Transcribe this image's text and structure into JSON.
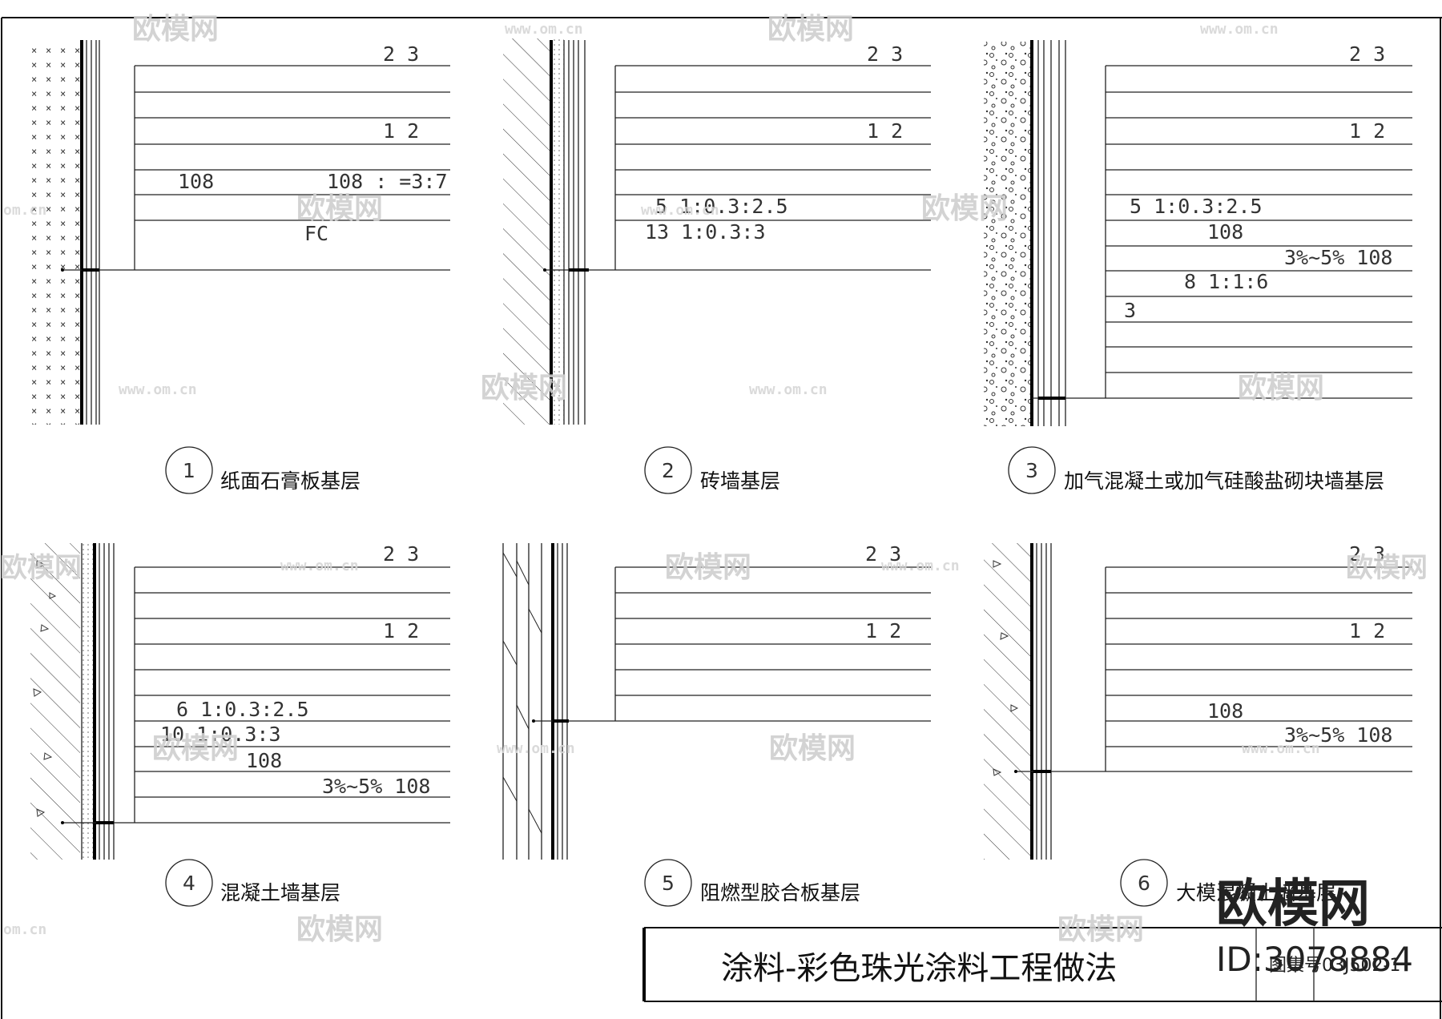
{
  "details": [
    {
      "num": "1",
      "label": "纸面石膏板基层",
      "notes": [
        "2  3",
        "1  2",
        "108",
        "108  :   =3:7",
        "FC"
      ]
    },
    {
      "num": "2",
      "label": "砖墙基层",
      "notes": [
        "2  3",
        "1  2",
        "5  1:0.3:2.5",
        "13  1:0.3:3"
      ]
    },
    {
      "num": "3",
      "label": "加气混凝土或加气硅酸盐砌块墙基层",
      "notes": [
        "2  3",
        "1  2",
        "5  1:0.3:2.5",
        "108",
        "3%~5%  108",
        "8   1:1:6",
        "3"
      ]
    },
    {
      "num": "4",
      "label": "混凝土墙基层",
      "notes": [
        "2  3",
        "1  2",
        "6  1:0.3:2.5",
        "10  1:0.3:3",
        "108",
        "3%~5%  108"
      ]
    },
    {
      "num": "5",
      "label": "阻燃型胶合板基层",
      "notes": [
        "2  3",
        "1  2"
      ]
    },
    {
      "num": "6",
      "label": "大模混凝土墙基层",
      "notes": [
        "2  3",
        "1  2",
        "108",
        "3%~5%  108"
      ]
    }
  ],
  "title_block": {
    "title": "涂料-彩色珠光涂料工程做法",
    "atlas_label": "图集号",
    "atlas_no": "03J502-1"
  },
  "watermark": {
    "brand": "欧模网",
    "site": "www.om.cn",
    "site_short": "om.cn",
    "id": "ID:3078884"
  }
}
